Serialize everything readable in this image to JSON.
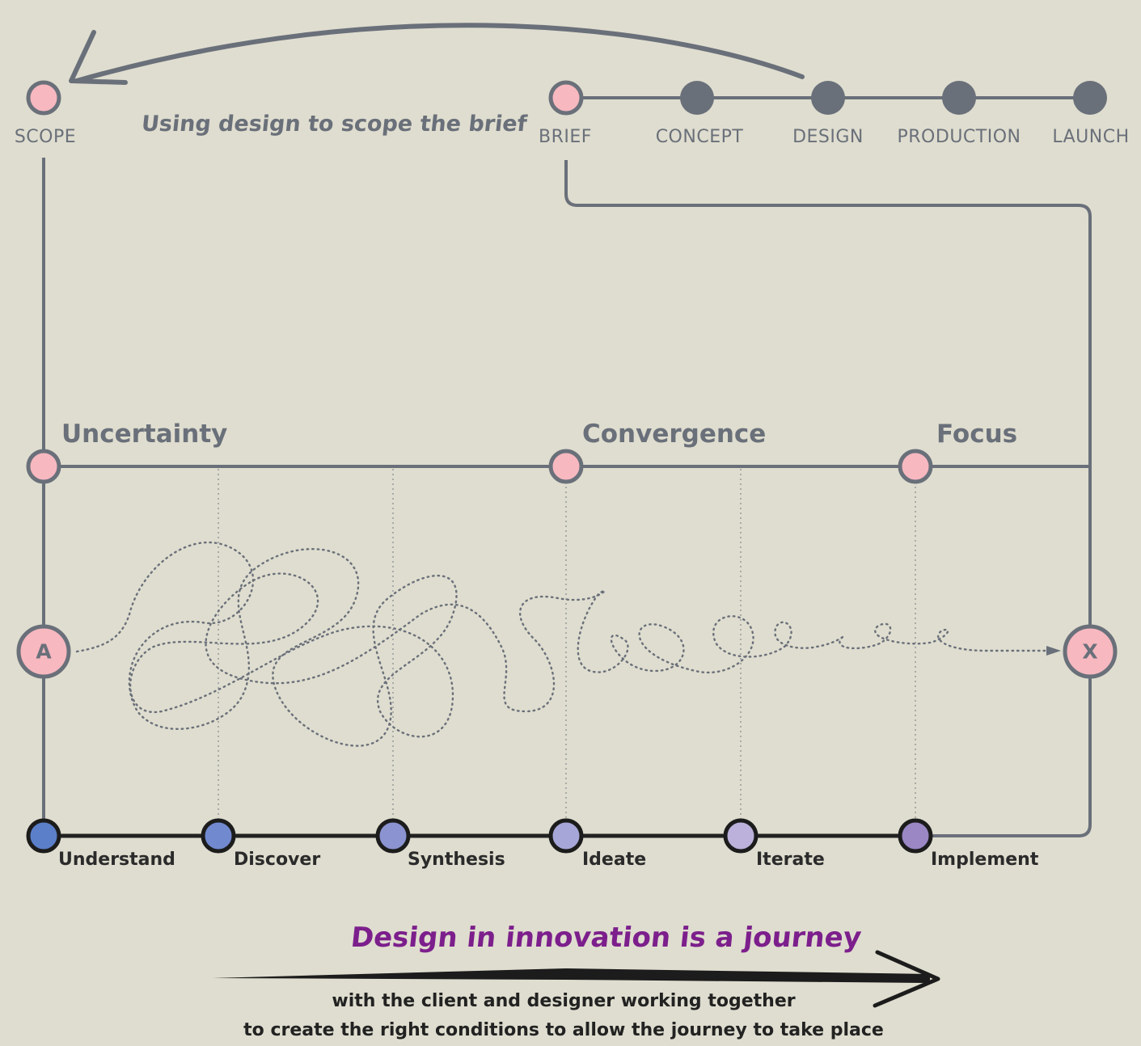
{
  "top_process": {
    "scope_label": "SCOPE",
    "stages": [
      "BRIEF",
      "CONCEPT",
      "DESIGN",
      "PRODUCTION",
      "LAUNCH"
    ],
    "scope_note": "Using design to scope the brief"
  },
  "phases": [
    "Uncertainty",
    "Convergence",
    "Focus"
  ],
  "endpoints": {
    "start": "A",
    "end": "X"
  },
  "steps": [
    "Understand",
    "Discover",
    "Synthesis",
    "Ideate",
    "Iterate",
    "Implement"
  ],
  "journey": {
    "title": "Design in innovation is a journey",
    "line1": "with the client and designer working together",
    "line2": "to create the right conditions to allow the journey to take place"
  },
  "colors": {
    "background": "#dfddcf",
    "line_gray": "#6a707a",
    "node_pink": "#f7b8c0",
    "title_purple": "#7c1f8c",
    "step_colors": [
      "#5b7fc9",
      "#7189cf",
      "#8b93d0",
      "#a7a6d8",
      "#bbb1da",
      "#9a87c4"
    ]
  }
}
